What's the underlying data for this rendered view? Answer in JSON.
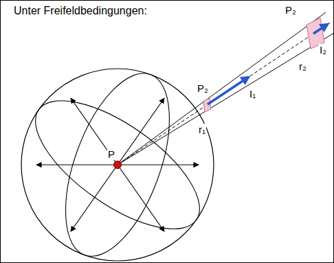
{
  "diagram": {
    "title": "Unter Freifeldbedingungen:",
    "labels": [
      "P",
      "P₂",
      "P₂",
      "I₁",
      "I₂",
      "r₁",
      "r₂"
    ]
  }
}
